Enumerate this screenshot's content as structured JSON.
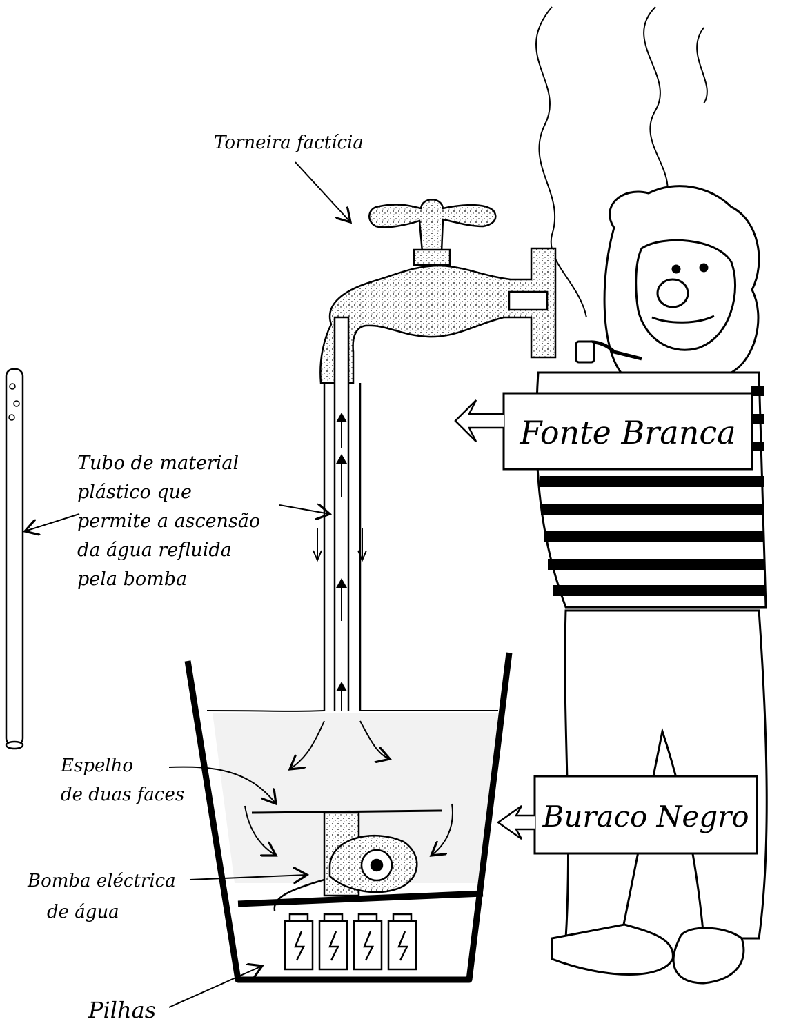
{
  "labels": {
    "tap": "Torneira factícia",
    "tube": [
      "Tubo de material",
      "plástico que",
      "permite a ascensão",
      "da água refluida",
      "pela bomba"
    ],
    "mirror": [
      "Espelho",
      "de duas faces"
    ],
    "pump": [
      "Bomba eléctrica",
      "de água"
    ],
    "batteries": "Pilhas"
  },
  "signs": {
    "white": "Fonte Branca",
    "black": "Buraco Negro"
  },
  "colors": {
    "ink": "#000000",
    "paper": "#ffffff",
    "stipple": "#d8d8d8",
    "water": "#eeeeee"
  }
}
